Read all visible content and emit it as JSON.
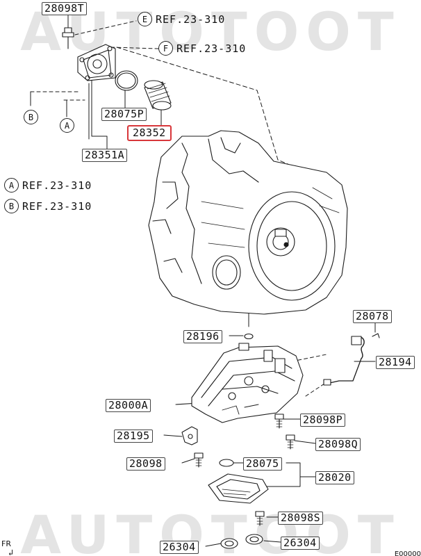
{
  "watermark": {
    "top": "AUTOTOOT",
    "bottom": "AUTOTOOT"
  },
  "parts": {
    "p28098T": "28098T",
    "p28075P": "28075P",
    "p28352": "28352",
    "p28351A": "28351A",
    "p28196": "28196",
    "p28078": "28078",
    "p28194": "28194",
    "p28000A": "28000A",
    "p28098P": "28098P",
    "p28195": "28195",
    "p28098Q": "28098Q",
    "p28098": "28098",
    "p28075": "28075",
    "p28020": "28020",
    "p28098S": "28098S",
    "p26304a": "26304",
    "p26304b": "26304"
  },
  "refs": {
    "E": {
      "letter": "E",
      "text": "REF.23-310"
    },
    "F": {
      "letter": "F",
      "text": "REF.23-310"
    },
    "A": {
      "letter": "A",
      "text": "REF.23-310"
    },
    "B": {
      "letter": "B",
      "text": "REF.23-310"
    }
  },
  "callouts": {
    "B": "B",
    "A": "A"
  },
  "highlight_color": "#d8363a",
  "front_label": "FR",
  "corner_code": "E00000"
}
